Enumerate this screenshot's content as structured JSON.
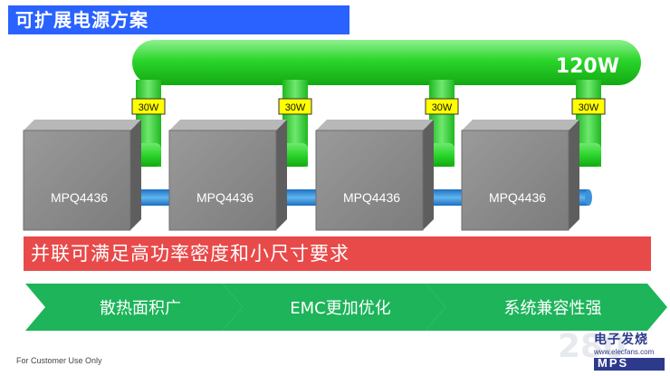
{
  "title": "可扩展电源方案",
  "bus_label": "120W",
  "modules": [
    {
      "name": "MPQ4436",
      "power": "30W"
    },
    {
      "name": "MPQ4436",
      "power": "30W"
    },
    {
      "name": "MPQ4436",
      "power": "30W"
    },
    {
      "name": "MPQ4436",
      "power": "30W"
    }
  ],
  "banner": "并联可满足高功率密度和小尺寸要求",
  "benefits": [
    "散热面积广",
    "EMC更加优化",
    "系统兼容性强"
  ],
  "footer": "For Customer Use Only",
  "watermark": {
    "digits": "280",
    "cn": "电子发烧",
    "site": "www.elecfans.com",
    "bar": "MPS"
  },
  "colors": {
    "title_bg": "#2962ff",
    "bus_green": "#2bd62b",
    "label_yellow": "#ffff00",
    "module_gray": "#8a8a8a",
    "link_blue": "#2f8fdc",
    "banner_red": "#e84a4a",
    "arrow_green": "#1db45a"
  }
}
